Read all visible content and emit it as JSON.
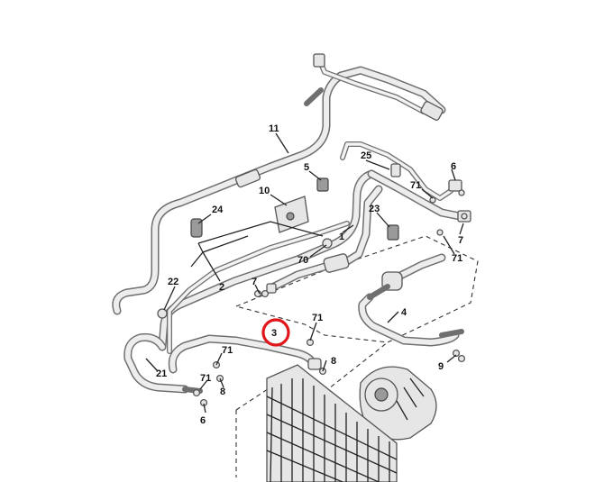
{
  "callouts": {
    "c1": "1",
    "c2": "2",
    "c3": "3",
    "c4": "4",
    "c5": "5",
    "c6a": "6",
    "c6b": "6",
    "c7a": "7",
    "c7b": "7",
    "c8a": "8",
    "c8b": "8",
    "c9": "9",
    "c10": "10",
    "c11": "11",
    "c21": "21",
    "c22": "22",
    "c23": "23",
    "c24": "24",
    "c25": "25",
    "c70": "70",
    "c71a": "71",
    "c71b": "71",
    "c71c": "71",
    "c71d": "71",
    "c71e": "71"
  },
  "highlight": {
    "label": "3",
    "color": "#e0161b"
  }
}
